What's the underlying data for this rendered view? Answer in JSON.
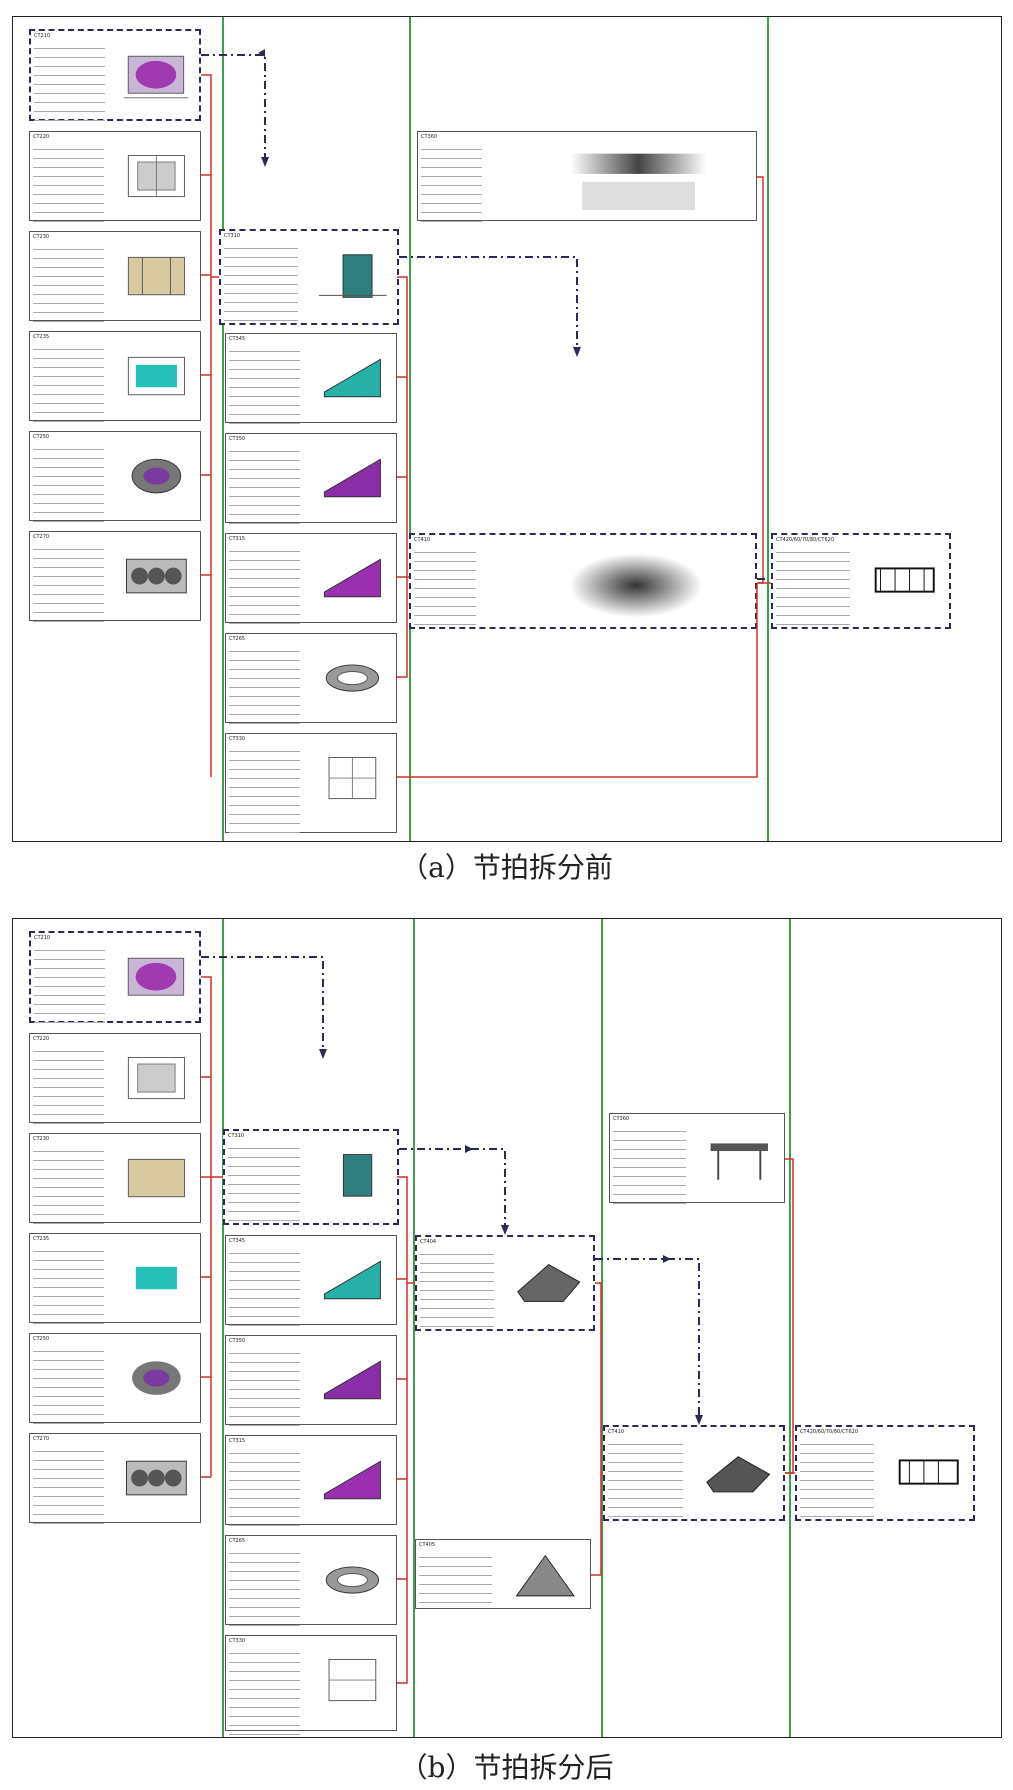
{
  "caption_a": "（a）节拍拆分前",
  "caption_b": "（b）节拍拆分后",
  "panel_a": {
    "col1": [
      "CT210",
      "CT220",
      "CT230",
      "CT235",
      "CT250",
      "CT270"
    ],
    "col2": [
      "CT310",
      "CT345",
      "CT350",
      "CT315",
      "CT265",
      "CT330"
    ],
    "col3": [
      "CT360",
      "CT410"
    ],
    "col4": [
      "CT420/60/70/80/CT620"
    ]
  },
  "panel_b": {
    "col1": [
      "CT210",
      "CT220",
      "CT230",
      "CT235",
      "CT250",
      "CT270"
    ],
    "col2": [
      "CT310",
      "CT345",
      "CT350",
      "CT315",
      "CT265",
      "CT330"
    ],
    "col3": [
      "CT404",
      "CT405"
    ],
    "col4": [
      "CT360",
      "CT410"
    ],
    "col5": [
      "CT420/60/70/80/CT620"
    ]
  },
  "colors": {
    "flow_line": "#d0302a",
    "divider": "#3aa34a",
    "critical_path": "#2a2a55"
  }
}
